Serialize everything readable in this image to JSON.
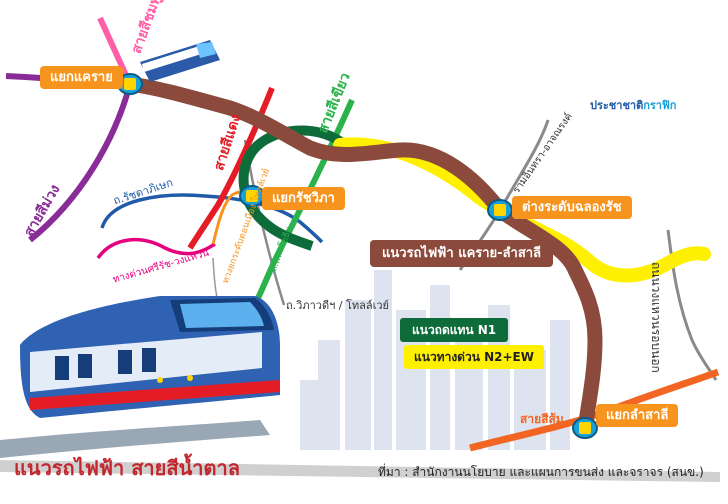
{
  "title": "แนวรถไฟฟ้า สายสีน้ำตาล",
  "source": "ที่มา : สำนักงานนโยบาย และแผนการขนส่ง และจราจร (สนข.)",
  "credit": {
    "part1": "ประชาชาติ",
    "part2": "กราฟิก"
  },
  "stations": {
    "khae_rai": "แยกแคราย",
    "rat_wiphat": "แยกรัชวิภา",
    "lat_pla_khao": "ต่างระดับฉลองรัช",
    "lam_salee": "แยกลำสาลี"
  },
  "route_label": "แนวรถไฟฟ้า แคราย-ลำสาลี",
  "legend": {
    "n1": "แนวถดแทน N1",
    "n2ew": "แนวทางด่วน N2+EW"
  },
  "lines": {
    "pink": "สายสีชมพู",
    "purple": "สายสีม่วง",
    "red": "สายสีแดง",
    "green": "สายสีเขียว",
    "silom": "สายสีส้ม"
  },
  "roads": {
    "ratchada": "ถ.รัชดาภิเษก",
    "sirat": "ทางด่วนศรีรัช-วงแหวน",
    "donmueang": "ทางยกระดับดอนเมือง โทลล์เวย์",
    "phahonyothin": "ถ.พหลโยธิน",
    "vibhavadi": "ถ.วิภาวดีฯ / โทลล์เวย์",
    "ramintra": "รามอินทรา-อาจณรงค์",
    "ring_road": "ถนนวงแหวนรอบนอก"
  },
  "colors": {
    "brown_line": "#8b4a3c",
    "yellow_line": "#ffef00",
    "green_line": "#0e6b3a",
    "orange_box": "#f7941d",
    "title_red": "#c1272d"
  }
}
